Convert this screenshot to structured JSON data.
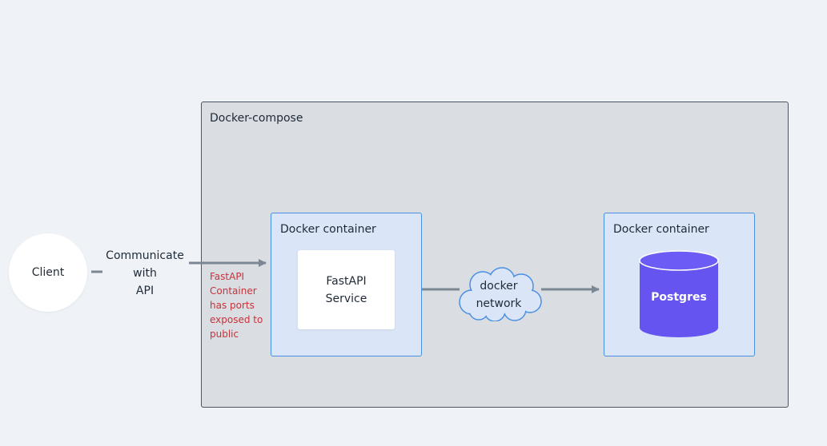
{
  "client": {
    "label": "Client"
  },
  "communication": {
    "label": "Communicate\nwith\nAPI"
  },
  "compose": {
    "label": "Docker-compose"
  },
  "note": {
    "text": "FastAPI\nContainer\nhas ports\nexposed to\npublic"
  },
  "fastapi_container": {
    "label": "Docker container",
    "service_label": "FastAPI\nService"
  },
  "network": {
    "label": "docker\nnetwork"
  },
  "db_container": {
    "label": "Docker container",
    "db_label": "Postgres"
  },
  "colors": {
    "background": "#eff3f7",
    "compose_fill": "#dadde1",
    "container_fill": "#dae6f7",
    "container_border": "#4a90e2",
    "connector": "#7b8794",
    "note_text": "#c8323b",
    "database": "#6554f0"
  },
  "icons": {
    "database": "database-cylinder-icon",
    "network": "cloud-icon"
  }
}
